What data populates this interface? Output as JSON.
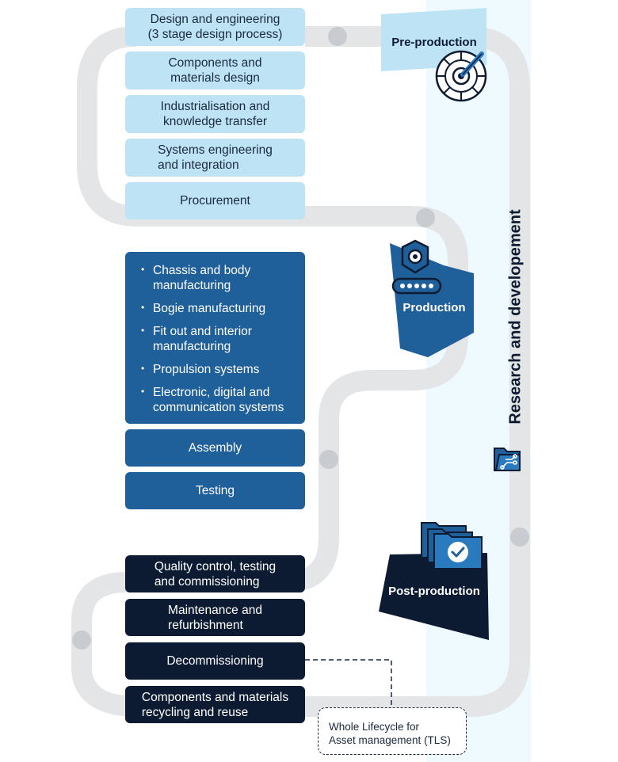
{
  "pre_production": {
    "label": "Pre-production",
    "steps": [
      "Design and engineering\n(3 stage design process)",
      "Components and\nmaterials design",
      "Industrialisation and\nknowledge transfer",
      "Systems engineering\nand integration",
      "Procurement"
    ]
  },
  "production": {
    "label": "Production",
    "manufacturing_items": [
      "Chassis and body manufacturing",
      "Bogie manufacturing",
      "Fit out and interior manufacturing",
      "Propulsion systems",
      "Electronic, digital and communication systems"
    ],
    "steps": [
      "Assembly",
      "Testing"
    ]
  },
  "post_production": {
    "label": "Post-production",
    "steps": [
      "Quality control, testing\nand commissioning",
      "Maintenance and\nrefurbishment",
      "Decommissioning",
      "Components and materials\nrecycling and reuse"
    ]
  },
  "research": {
    "label": "Research and developement"
  },
  "tls": {
    "label": "Whole Lifecycle for\nAsset management  (TLS)"
  },
  "colors": {
    "pre": "#bde3f5",
    "production": "#1f5f9a",
    "post": "#0d1b32",
    "track": "#e3e5e7",
    "rd_band": "#eefaff"
  },
  "icons": [
    "target-pencil-icon",
    "gear-conveyor-icon",
    "circuit-folder-icon",
    "folders-check-icon"
  ]
}
